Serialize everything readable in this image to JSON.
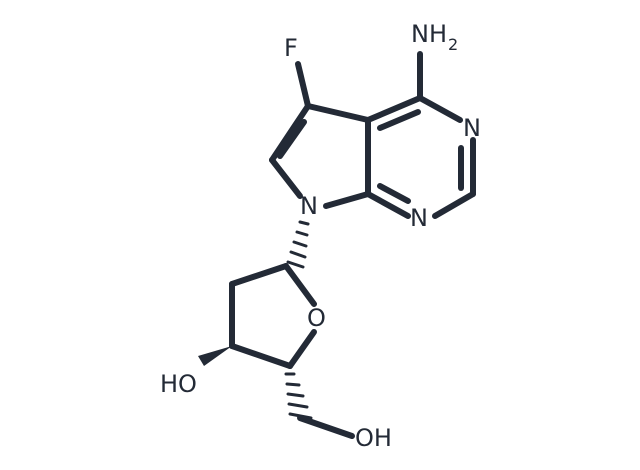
{
  "molecule": {
    "atoms": {
      "F": "F",
      "NH2_main": "NH",
      "NH2_sub": "2",
      "N_pyrimidine_top": "N",
      "N_pyrimidine_bottom": "N",
      "N_pyrrole": "N",
      "O_ring": "O",
      "HO_left": "HO",
      "OH_bottom": "OH"
    },
    "colors": {
      "bond": "#232a36",
      "label": "#232a36",
      "background": "#ffffff"
    }
  }
}
